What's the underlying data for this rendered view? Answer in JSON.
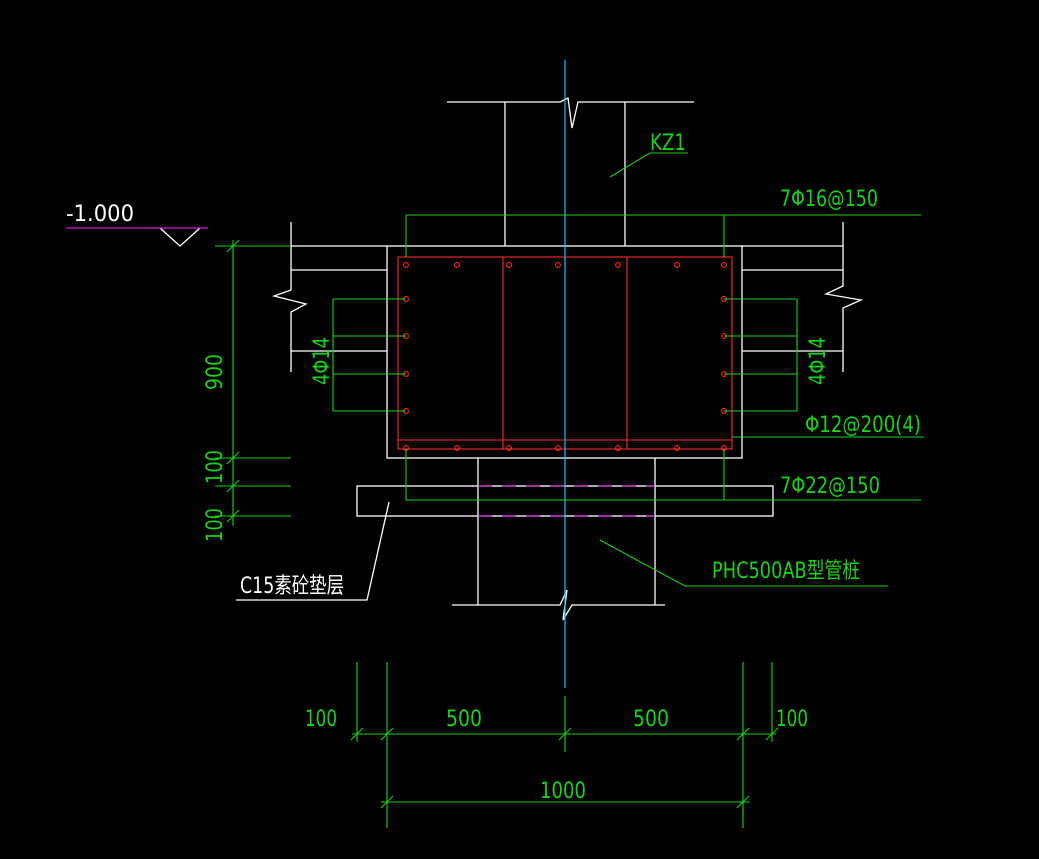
{
  "labels": {
    "column": "KZ1",
    "top_bars": "7Φ16@150",
    "side_bars_left": "4Φ14",
    "side_bars_right": "4Φ14",
    "stirrups": "Φ12@200(4)",
    "bottom_bars": "7Φ22@150",
    "pile": "PHC500AB型管桩",
    "cushion": "C15素砼垫层",
    "elevation": "-1.000"
  },
  "dims": {
    "vertical": [
      "900",
      "100",
      "100"
    ],
    "horizontal_top": [
      "100",
      "500",
      "500",
      "100"
    ],
    "horizontal_total": "1000"
  },
  "colors": {
    "background": "#000000",
    "outline": "#ffffff",
    "rebar": "#ff2a2a",
    "leader": "#19d219",
    "axis": "#00c8ff",
    "pile_hidden": "#d020d0",
    "elevation": "#d020d0"
  }
}
